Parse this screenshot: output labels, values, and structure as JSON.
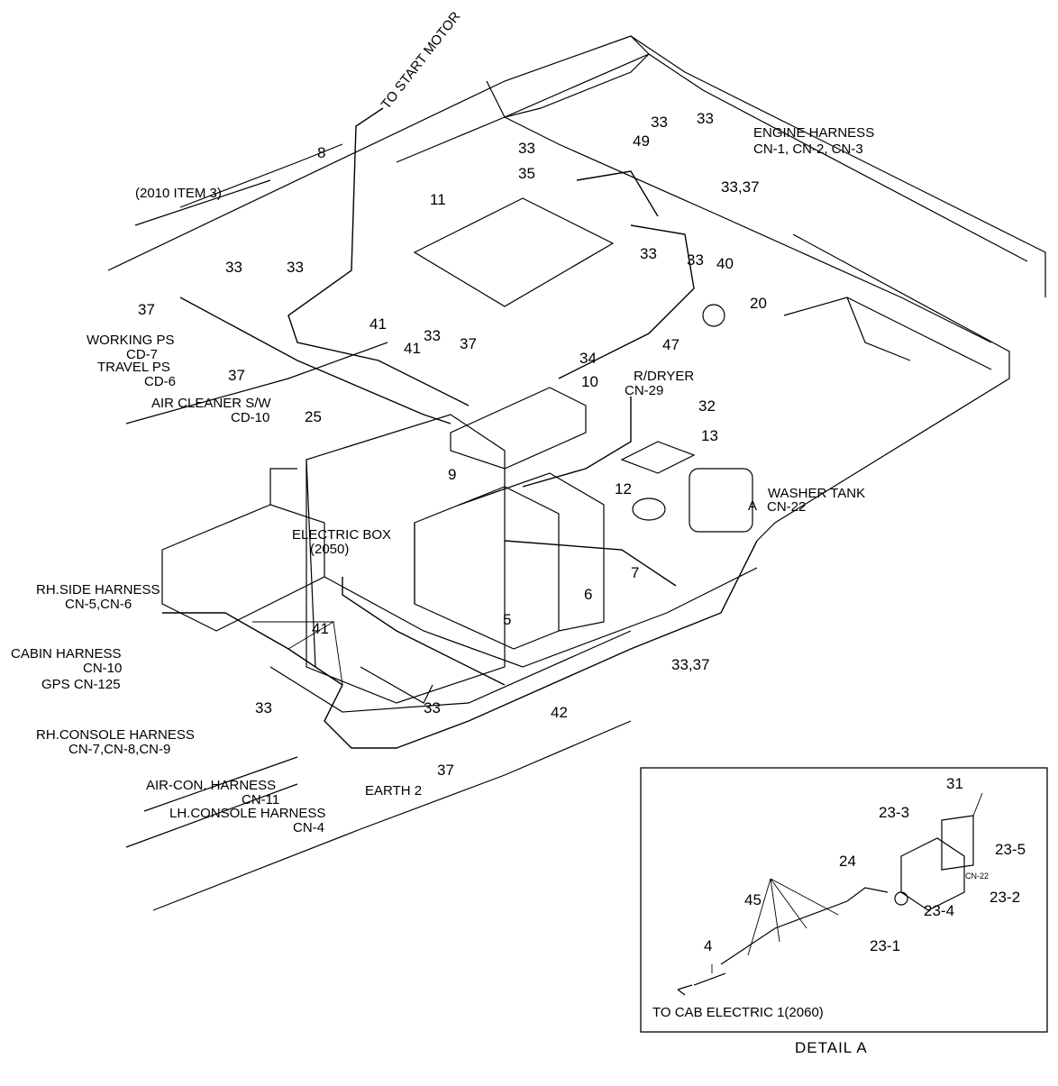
{
  "labels": {
    "to_start_motor": "TO START MOTOR",
    "item_2010": "(2010 ITEM 3)",
    "engine_harness_1": "ENGINE HARNESS",
    "engine_harness_2": "CN-1, CN-2, CN-3",
    "working_ps_1": "WORKING PS",
    "working_ps_2": "CD-7",
    "travel_ps_1": "TRAVEL PS",
    "travel_ps_2": "CD-6",
    "air_cleaner_1": "AIR CLEANER S/W",
    "air_cleaner_2": "CD-10",
    "rdryer_1": "R/DRYER",
    "rdryer_2": "CN-29",
    "washer_tank_1": "WASHER TANK",
    "washer_tank_2": "CN-22",
    "detail_marker": "A",
    "electric_box_1": "ELECTRIC BOX",
    "electric_box_2": "(2050)",
    "rh_side_1": "RH.SIDE HARNESS",
    "rh_side_2": "CN-5,CN-6",
    "cabin_1": "CABIN HARNESS",
    "cabin_2": "CN-10",
    "gps": "GPS CN-125",
    "rh_console_1": "RH.CONSOLE HARNESS",
    "rh_console_2": "CN-7,CN-8,CN-9",
    "aircon_1": "AIR-CON. HARNESS",
    "aircon_2": "CN-11",
    "earth": "EARTH 2",
    "lh_console_1": "LH.CONSOLE HARNESS",
    "lh_console_2": "CN-4",
    "to_cab_electric": "TO CAB ELECTRIC 1(2060)",
    "detail_title": "DETAIL  A",
    "cn22_small": "CN-22"
  },
  "callouts": {
    "p8": "8",
    "p33a": "33",
    "p33b": "33",
    "p33c": "33",
    "p35": "35",
    "p49": "49",
    "p3337a": "33,37",
    "p11": "11",
    "p33d": "33",
    "p33e": "33",
    "p37a": "37",
    "p33f": "33",
    "p40": "40",
    "p20": "20",
    "p41a": "41",
    "p41b": "41",
    "p33g": "33",
    "p37b": "37",
    "p34": "34",
    "p47": "47",
    "p37c": "37",
    "p10": "10",
    "p25": "25",
    "p32": "32",
    "p13": "13",
    "p9": "9",
    "p12": "12",
    "p7": "7",
    "p6": "6",
    "p5": "5",
    "p41c": "41",
    "p3337b": "33,37",
    "p33h": "33",
    "p33i": "33",
    "p42": "42",
    "p37d": "37",
    "p31": "31",
    "p233": "23-3",
    "p235": "23-5",
    "p24": "24",
    "p232": "23-2",
    "p45": "45",
    "p234": "23-4",
    "p231": "23-1",
    "p4": "4"
  }
}
